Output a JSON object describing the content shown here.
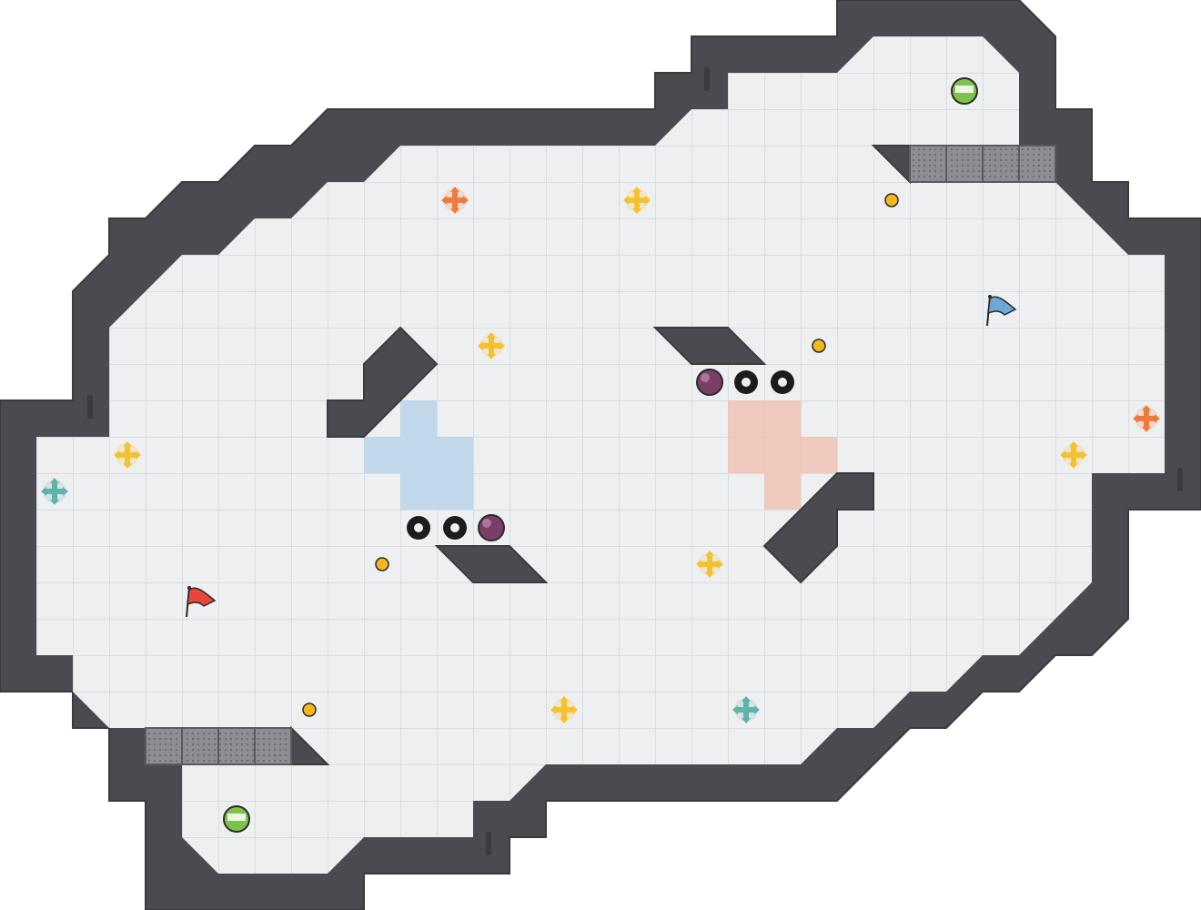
{
  "game": {
    "title": "",
    "grid_cell": 40,
    "colors": {
      "floor": "#eeeff1",
      "grid": "#d4d6da",
      "wall": "#4a4a50",
      "wall_edge": "#3a3a3f",
      "outer_bg": "#ffffff",
      "grate": "#8d8e93",
      "blue_zone": "#bcd6ea",
      "red_zone": "#f0c5b8",
      "boost_yellow": "#f4c22e",
      "boost_orange": "#f07a3c",
      "boost_teal": "#5fb3aa",
      "coin": "#f4b81c",
      "bomb": "#7a3f66",
      "spike": "#1c1c1c",
      "spawn_green": "#7fc24a",
      "flag_red": "#e8463a",
      "flag_blue": "#6ea8d6"
    },
    "entities": {
      "flags": [
        {
          "team": "red",
          "icon": "red-flag-icon"
        },
        {
          "team": "blue",
          "icon": "blue-flag-icon"
        }
      ],
      "boosts": [
        {
          "team": "neutral",
          "icon": "yellow-boost-icon"
        },
        {
          "team": "red",
          "icon": "red-boost-icon"
        },
        {
          "team": "blue",
          "icon": "blue-boost-icon"
        }
      ],
      "bombs": {
        "icon": "bomb-icon"
      },
      "spikes": {
        "icon": "spike-icon"
      },
      "powerups": {
        "icon": "powerup-icon"
      },
      "spawn_pads": {
        "icon": "spawn-pad-icon"
      },
      "grates": {
        "icon": "grate-icon"
      }
    }
  }
}
